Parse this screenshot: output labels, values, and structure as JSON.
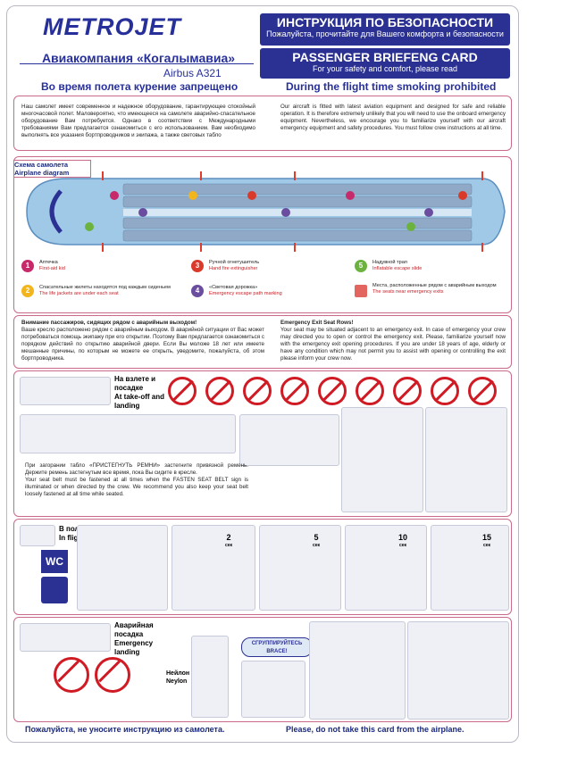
{
  "header": {
    "logo": "METROJET",
    "airline": "Авиакомпания «Когалымавиа»",
    "model": "Airbus A321",
    "ru_title": "ИНСТРУКЦИЯ ПО БЕЗОПАСНОСТИ",
    "ru_subtitle": "Пожалуйста, прочитайте для Вашего комфорта и безопасности",
    "en_title": "PASSENGER BRIEFENG CARD",
    "en_subtitle": "For your safety and comfort, please read"
  },
  "smoking": {
    "ru": "Во время полета курение запрещено",
    "en": "During the flight time smoking prohibited"
  },
  "intro": {
    "ru": "Наш самолет имеет современное и надежное оборудование, гарантирующее спокойный многочасовой полет. Маловероятно, что имеющееся на самолете аварийно-спасательное оборудование Вам потребуется. Однако в соответствии с Международными требованиями Вам предлагается ознакомиться с его использованием. Вам необходимо выполнять все указания бортпроводников и экипажа, а также световых табло",
    "en": "Our aircraft is fitted with latest aviation equipment and designed for safe and reliable operation. It is therefore extremely unlikely that you will need to use the onboard emergency equipment. Nevertheless, we encourage you to familiarize yourself with our aircraft emergency equipment and safety procedures. You must follow crew instructions at all time."
  },
  "diagram": {
    "label_ru": "Схема самолета",
    "label_en": "Airplane diagram"
  },
  "legend": [
    {
      "num": "1",
      "ru": "Аптечка",
      "en": "First-aid kid",
      "color": "#c72a6b"
    },
    {
      "num": "2",
      "ru": "Спасательные жилеты находятся под каждым сиденьем",
      "en": "The life jackets are under each seat",
      "color": "#f3b51c"
    },
    {
      "num": "3",
      "ru": "Ручной огнетушитель",
      "en": "Hand fire extinguisher",
      "color": "#d93a2a"
    },
    {
      "num": "4",
      "ru": "«Световая дорожка»",
      "en": "Emergency escape path marking",
      "color": "#6a4d9e"
    },
    {
      "num": "5",
      "ru": "Надувной трап",
      "en": "Inflatable escape slide",
      "color": "#6bb33e"
    },
    {
      "num": "",
      "ru": "Места, расположенные рядом с аварийным выходом",
      "en": "The seats near emergency exits",
      "color": "#e2665f"
    }
  ],
  "exit_rows": {
    "ru_title": "Внимание пассажиров, сидящих рядом с аварийным выходом!",
    "ru": "Ваше кресло расположено рядом с аварийным выходом. В аварийной ситуации от Вас может потребоваться помощь экипажу при его открытии. Поэтому Вам предлагается ознакомиться с порядком действий по открытию аварийной двери. Если Вы моложе 18 лет или имеете мешанные причины, по которым не можете ее открыть, уведомите, пожалуйста, об этом бортпроводника.",
    "en_title": "Emergency Exit Seat Rows!",
    "en": "Your seat may be situated adjacent to an emergency exit. In case of emergency your crew may directed you to open or control the emergency exit. Please, familiarize yourself now with the emergency exit opening procedures. If you are under 18 years of age, elderly or have any condition which may not permit you to assist with opening or controlling the exit please inform your crew now."
  },
  "takeoff": {
    "ru": "На взлете и посадке",
    "en": "At take-off and landing"
  },
  "seatbelt": {
    "ru": "При загорании табло «ПРИСТЕГНУТЬ РЕМНИ» застегните привязной ремень. Держите ремень застегнутым все время, пока Вы сидите в кресле.",
    "en": "Your seat belt must be fastened at all times when the FASTEN SEAT BELT sign is illuminated or when directed by the crew. We recommend you also keep your seat belt loosely fastened at all time while seated."
  },
  "inflight": {
    "ru": "В полете",
    "en": "In flight",
    "wc": "WC",
    "timers": [
      {
        "n": "2",
        "u": "сек"
      },
      {
        "n": "5",
        "u": "сек"
      },
      {
        "n": "10",
        "u": "сек"
      },
      {
        "n": "15",
        "u": "сек"
      }
    ]
  },
  "emergency": {
    "ru": "Аварийная посадка",
    "en": "Emergency landing",
    "nylon_ru": "Нейлон",
    "nylon_en": "Neylon",
    "brace_ru": "СГРУППИРУЙТЕСЬ",
    "brace_en": "BRACE!"
  },
  "footer": {
    "ru": "Пожалуйста, не уносите инструкцию из самолета.",
    "en": "Please, do not take this card from the airplane."
  }
}
